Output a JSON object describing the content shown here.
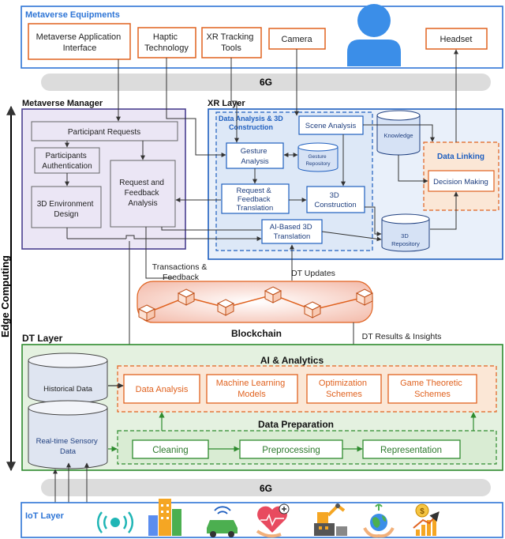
{
  "left_axis_label": "Edge Computing",
  "metaverse_equipments": {
    "title": "Metaverse Equipments",
    "items": {
      "app_interface": [
        "Metaverse Application",
        "Interface"
      ],
      "haptic": [
        "Haptic",
        "Technology"
      ],
      "xr_tracking": [
        "XR Tracking",
        "Tools"
      ],
      "camera": "Camera",
      "headset": "Headset"
    }
  },
  "network_top": "6G",
  "network_bottom": "6G",
  "metaverse_manager": {
    "title": "Metaverse Manager",
    "participant_requests": "Participant Requests",
    "participants_auth": [
      "Participants",
      "Authentication"
    ],
    "env_design": [
      "3D Environment",
      "Design"
    ],
    "request_feedback": [
      "Request and",
      "Feedback",
      "Analysis"
    ]
  },
  "xr_layer": {
    "title": "XR Layer",
    "construction_title": [
      "Data Analysis & 3D",
      "Construction"
    ],
    "scene_analysis": "Scene Analysis",
    "gesture_analysis": [
      "Gesture",
      "Analysis"
    ],
    "gesture_repository": [
      "Gesture",
      "Repository"
    ],
    "request_translation": [
      "Request &",
      "Feedback",
      "Translation"
    ],
    "construction_3d": [
      "3D",
      "Construction"
    ],
    "ai_translation": [
      "AI-Based 3D",
      "Translation"
    ],
    "knowledge": "Knowledge",
    "data_linking": "Data Linking",
    "decision_making": "Decision Making",
    "repository_3d": [
      "3D",
      "Repository"
    ]
  },
  "flows": {
    "transactions": [
      "Transactions &",
      "Feedback"
    ],
    "dt_updates": "DT Updates",
    "dt_results": "DT Results & Insights"
  },
  "blockchain": "Blockchain",
  "dt_layer": {
    "title": "DT Layer",
    "historical": "Historical Data",
    "realtime": [
      "Real-time Sensory",
      "Data"
    ],
    "ai_title": "AI & Analytics",
    "ai_items": {
      "data_analysis": "Data Analysis",
      "ml_models": [
        "Machine Learning",
        "Models"
      ],
      "optimization": [
        "Optimization",
        "Schemes"
      ],
      "game_theoretic": [
        "Game Theoretic",
        "Schemes"
      ]
    },
    "prep_title": "Data Preparation",
    "prep_items": {
      "cleaning": "Cleaning",
      "preprocessing": "Preprocessing",
      "representation": "Representation"
    }
  },
  "iot_layer": {
    "title": "IoT Layer",
    "icons": [
      "wireless-sensor-icon",
      "smart-city-icon",
      "connected-car-icon",
      "health-icon",
      "industry-robot-icon",
      "environment-icon",
      "finance-icon"
    ]
  },
  "colors": {
    "blue_border": "#1f5fbf",
    "blue_title": "#2e75d6",
    "orange": "#e0621f",
    "green_border": "#2e8b2e",
    "green_fill": "#e4f1e0",
    "purple_fill": "#ebe6f5",
    "purple_border": "#4a3f8f",
    "xr_fill": "#e9f0fa",
    "gray_band": "#dcdcdc"
  }
}
